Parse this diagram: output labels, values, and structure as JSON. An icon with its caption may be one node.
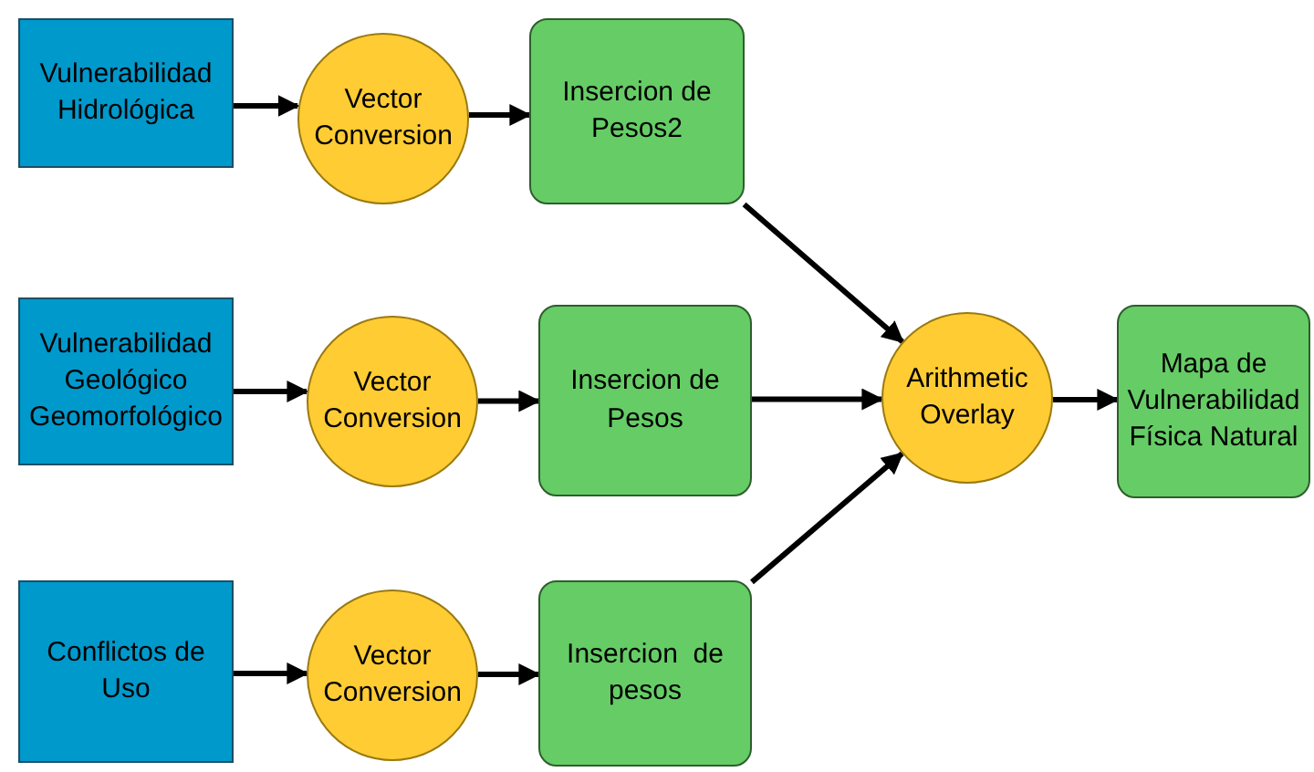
{
  "diagram": {
    "nodes": [
      {
        "text": [
          "Vulnerabilidad Hidrológica"
        ]
      },
      {
        "text": [
          "Vector Conversion"
        ]
      },
      {
        "text": [
          "Insercion de Pesos2"
        ]
      },
      {
        "text": [
          "Vulnerabilidad Geológico Geomorfológico"
        ]
      },
      {
        "text": [
          "Vector Conversion"
        ]
      },
      {
        "text": [
          "Insercion de Pesos"
        ]
      },
      {
        "text": [
          "Arithmetic Overlay"
        ]
      },
      {
        "text": [
          "Mapa de Vulnerabilidad Física Natural"
        ]
      },
      {
        "text": [
          "Conflictos de Uso"
        ]
      },
      {
        "text": [
          "Vector Conversion"
        ]
      },
      {
        "text": [
          "Insercion  de pesos"
        ]
      }
    ],
    "edges": [
      {
        "from": 0,
        "to": 1,
        "arrow": "to"
      },
      {
        "from": 1,
        "to": 2,
        "arrow": "to"
      },
      {
        "from": 3,
        "to": 4,
        "arrow": "to"
      },
      {
        "from": 4,
        "to": 5,
        "arrow": "to"
      },
      {
        "from": 8,
        "to": 9,
        "arrow": "to"
      },
      {
        "from": 9,
        "to": 10,
        "arrow": "to"
      },
      {
        "from": 2,
        "to": 6,
        "arrow": "to"
      },
      {
        "from": 5,
        "to": 6,
        "arrow": "to"
      },
      {
        "from": 10,
        "to": 6,
        "arrow": "to"
      },
      {
        "from": 6,
        "to": 7,
        "arrow": "to"
      }
    ]
  }
}
